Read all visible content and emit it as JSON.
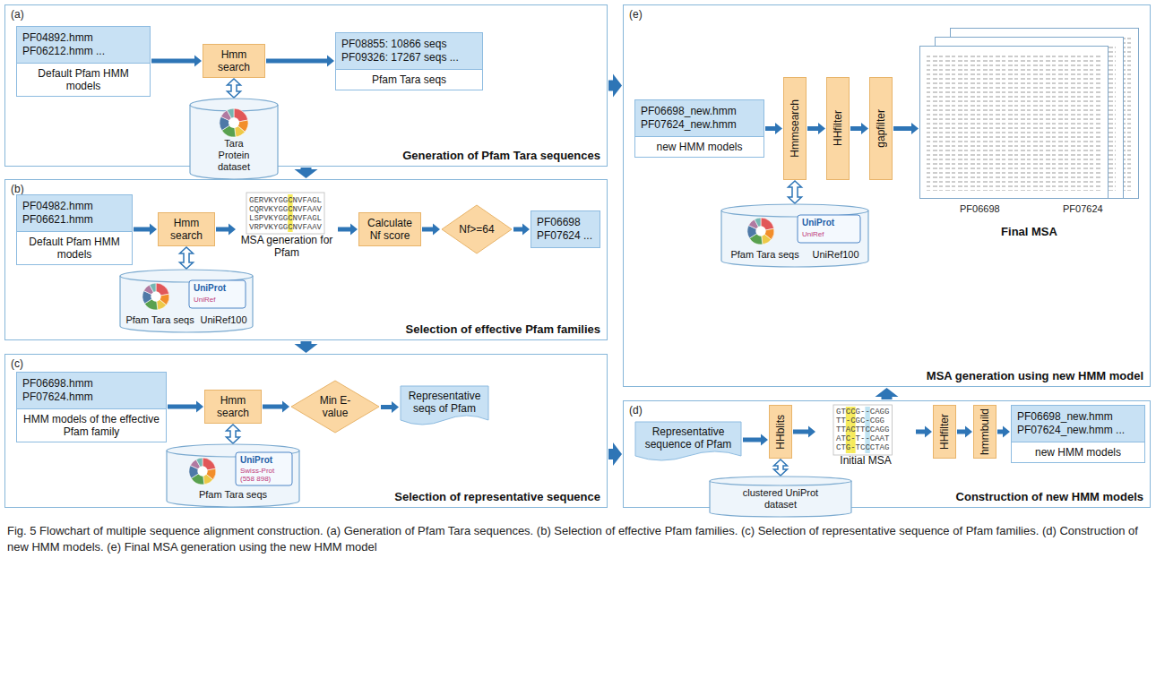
{
  "diagram": {
    "caption": "Fig. 5 Flowchart of multiple sequence alignment construction. (a) Generation of Pfam Tara sequences. (b) Selection of effective Pfam families. (c) Selection of representative sequence of Pfam families. (d) Construction of new HMM models. (e) Final MSA generation using the new HMM model",
    "nodes": [
      {
        "text": [
          "(a)",
          "Generation of Pfam Tara sequences"
        ]
      },
      {
        "text": [
          "PF04892.hmm PF06212.hmm ...",
          "Default Pfam HMM models"
        ],
        "in": 0
      },
      {
        "text": [
          "Hmm search"
        ],
        "in": 0
      },
      {
        "text": [
          "Tara Protein dataset"
        ],
        "in": 0
      },
      {
        "text": [
          "PF08855: 10866 seqs PF09326: 17267 seqs ...",
          "Pfam Tara seqs"
        ],
        "in": 0
      },
      {
        "text": [
          "(b)",
          "Selection of effective Pfam families"
        ]
      },
      {
        "text": [
          "PF04982.hmm PF06621.hmm",
          "Default Pfam HMM models"
        ],
        "in": 5
      },
      {
        "text": [
          "Hmm search"
        ],
        "in": 5
      },
      {
        "text": [
          "Pfam Tara seqs",
          "UniRef100"
        ],
        "in": 5
      },
      {
        "text": [
          "MSA generation for Pfam"
        ],
        "in": 5
      },
      {
        "text": [
          "Calculate Nf score"
        ],
        "in": 5
      },
      {
        "text": [
          "Nf>=64"
        ],
        "in": 5
      },
      {
        "text": [
          "PF06698 PF07624 ..."
        ],
        "in": 5
      },
      {
        "text": [
          "(c)",
          "Selection of representative sequence"
        ]
      },
      {
        "text": [
          "PF06698.hmm PF07624.hmm",
          "HMM models of the effective Pfam family"
        ],
        "in": 13
      },
      {
        "text": [
          "Hmm search"
        ],
        "in": 13
      },
      {
        "text": [
          "Pfam Tara seqs"
        ],
        "in": 13
      },
      {
        "text": [
          "Min E-value"
        ],
        "in": 13
      },
      {
        "text": [
          "Representative seqs of Pfam"
        ],
        "in": 13
      },
      {
        "text": [
          "(e)",
          "MSA generation using new HMM model"
        ]
      },
      {
        "text": [
          "PF06698_new.hmm PF07624_new.hmm",
          "new HMM models"
        ],
        "in": 19
      },
      {
        "text": [
          "Hmmsearch"
        ],
        "in": 19
      },
      {
        "text": [
          "HHfilter"
        ],
        "in": 19
      },
      {
        "text": [
          "gapfilter"
        ],
        "in": 19
      },
      {
        "text": [
          "Pfam Tara seqs",
          "UniRef100"
        ],
        "in": 19
      },
      {
        "text": [
          "PF07624",
          "PF06698",
          "Final MSA"
        ],
        "in": 19
      },
      {
        "text": [
          "(d)",
          "Construction of new HMM models"
        ]
      },
      {
        "text": [
          "Representative sequence of Pfam"
        ],
        "in": 26
      },
      {
        "text": [
          "HHblits"
        ],
        "in": 26
      },
      {
        "text": [
          "clustered UniProt dataset"
        ],
        "in": 26
      },
      {
        "text": [
          "Initial MSA"
        ],
        "in": 26
      },
      {
        "text": [
          "HHfilter"
        ],
        "in": 26
      },
      {
        "text": [
          "hmmbuild"
        ],
        "in": 26
      },
      {
        "text": [
          "PF06698_new.hmm PF07624_new.hmm ...",
          "new HMM models"
        ],
        "in": 26
      }
    ],
    "edges": [
      {
        "from": 0,
        "to": 19,
        "arrow": "to"
      },
      {
        "from": 0,
        "to": 5,
        "arrow": "to"
      },
      {
        "from": 5,
        "to": 13,
        "arrow": "to"
      },
      {
        "from": 13,
        "to": 26,
        "arrow": "to"
      },
      {
        "from": 26,
        "to": 19,
        "arrow": "to"
      },
      {
        "from": 1,
        "to": 2,
        "arrow": "to"
      },
      {
        "from": 2,
        "to": 3,
        "arrow": "both"
      },
      {
        "from": 2,
        "to": 4,
        "arrow": "to"
      },
      {
        "from": 6,
        "to": 7,
        "arrow": "to"
      },
      {
        "from": 7,
        "to": 8,
        "arrow": "both"
      },
      {
        "from": 7,
        "to": 9,
        "arrow": "to"
      },
      {
        "from": 9,
        "to": 10,
        "arrow": "to"
      },
      {
        "from": 10,
        "to": 11,
        "arrow": "to"
      },
      {
        "from": 11,
        "to": 12,
        "arrow": "to"
      },
      {
        "from": 14,
        "to": 15,
        "arrow": "to"
      },
      {
        "from": 15,
        "to": 16,
        "arrow": "both"
      },
      {
        "from": 15,
        "to": 17,
        "arrow": "to"
      },
      {
        "from": 17,
        "to": 18,
        "arrow": "to"
      },
      {
        "from": 20,
        "to": 21,
        "arrow": "to"
      },
      {
        "from": 21,
        "to": 24,
        "arrow": "both"
      },
      {
        "from": 21,
        "to": 22,
        "arrow": "to"
      },
      {
        "from": 22,
        "to": 23,
        "arrow": "to"
      },
      {
        "from": 23,
        "to": 25,
        "arrow": "to"
      },
      {
        "from": 27,
        "to": 28,
        "arrow": "to"
      },
      {
        "from": 28,
        "to": 29,
        "arrow": "both"
      },
      {
        "from": 28,
        "to": 30,
        "arrow": "to"
      },
      {
        "from": 30,
        "to": 31,
        "arrow": "to"
      },
      {
        "from": 31,
        "to": 32,
        "arrow": "to"
      },
      {
        "from": 32,
        "to": 33,
        "arrow": "to"
      }
    ],
    "labels": [
      "UniProt",
      "UniRef",
      "GERVKYGGCNVFAGL",
      "CQRVKYGGCNVFAAV",
      "LSPVKYGGCNVFAGL",
      "VRPVKYGGCNVFAAV",
      "UniProt",
      "Swiss-Prot",
      "(558 898)",
      "UniProt",
      "UniRef",
      "GTCCG--CAGG",
      "TT-CGC-CGG",
      "TTACTTCCAGG",
      "ATC-T--CAAT",
      "CTG-TCCCTAG"
    ]
  }
}
